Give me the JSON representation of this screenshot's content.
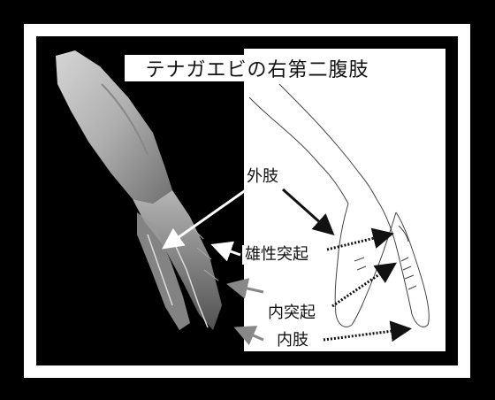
{
  "title": "テナガエビの右第二腹肢",
  "labels": {
    "exopod": "外肢",
    "appendix_masculina": "雄性突起",
    "appendix_interna": "内突起",
    "endopod": "内肢"
  },
  "colors": {
    "background": "#000000",
    "frame_white": "#ffffff",
    "line": "#111111"
  }
}
